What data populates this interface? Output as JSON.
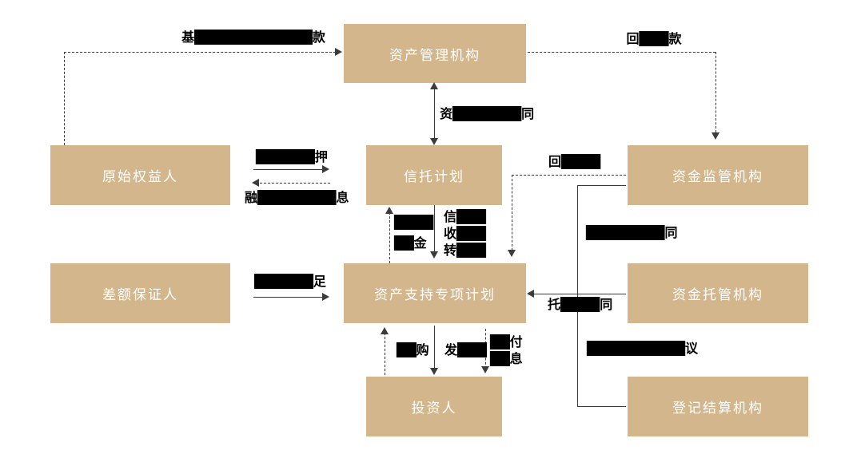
{
  "diagram": {
    "type": "flowchart",
    "colors": {
      "background": "#ffffff",
      "box_fill": "#d4b68c",
      "box_text": "#ffffff",
      "line": "#3b3b3b",
      "label_text": "#000000",
      "redaction": "#000000"
    },
    "nodes": {
      "asset_manager": {
        "label": "资产管理机构"
      },
      "originator": {
        "label": "原始权益人"
      },
      "trust_plan": {
        "label": "信托计划"
      },
      "fund_supervisor": {
        "label": "资金监管机构"
      },
      "guarantor": {
        "label": "差额保证人"
      },
      "special_plan": {
        "label": "资产支持专项计划"
      },
      "fund_custodian": {
        "label": "资金托管机构"
      },
      "investors": {
        "label": "投资人"
      },
      "registrar": {
        "label": "登记结算机构"
      }
    },
    "edge_labels": {
      "transfer_price": {
        "lines": [
          [
            {
              "t": "基",
              "r": false
            },
            {
              "t": "████████████",
              "r": true
            },
            {
              "t": "款",
              "r": false
            }
          ]
        ]
      },
      "recovery_top": {
        "lines": [
          [
            {
              "t": "回",
              "r": false
            },
            {
              "t": "███",
              "r": true
            },
            {
              "t": "款",
              "r": false
            }
          ]
        ]
      },
      "management_contract": {
        "lines": [
          [
            {
              "t": "资",
              "r": false
            },
            {
              "t": "███████",
              "r": true
            },
            {
              "t": "同",
              "r": false
            }
          ]
        ]
      },
      "pledge": {
        "lines": [
          [
            {
              "t": "██████",
              "r": true
            },
            {
              "t": "押",
              "r": false
            }
          ]
        ]
      },
      "financing_repayment": {
        "lines": [
          [
            {
              "t": "融",
              "r": false
            },
            {
              "t": "████████",
              "r": true
            },
            {
              "t": "息",
              "r": false
            }
          ]
        ]
      },
      "subscription_funds": {
        "lines": [
          [
            {
              "t": "████",
              "r": true
            }
          ],
          [
            {
              "t": "██",
              "r": true
            },
            {
              "t": "金",
              "r": false
            }
          ]
        ]
      },
      "trust_income_transfer": {
        "lines": [
          [
            {
              "t": "信",
              "r": false
            },
            {
              "t": "███",
              "r": true
            }
          ],
          [
            {
              "t": "收",
              "r": false
            },
            {
              "t": "███",
              "r": true
            }
          ],
          [
            {
              "t": "转",
              "r": false
            },
            {
              "t": "███",
              "r": true
            }
          ]
        ]
      },
      "recovery_right": {
        "lines": [
          [
            {
              "t": "回",
              "r": false
            },
            {
              "t": "████",
              "r": true
            }
          ]
        ]
      },
      "supervision_contract": {
        "lines": [
          [
            {
              "t": "████████",
              "r": true
            },
            {
              "t": "同",
              "r": false
            }
          ]
        ]
      },
      "custody_contract": {
        "lines": [
          [
            {
              "t": "托",
              "r": false
            },
            {
              "t": "████",
              "r": true
            },
            {
              "t": "同",
              "r": false
            }
          ]
        ]
      },
      "registration_agreement": {
        "lines": [
          [
            {
              "t": "██████████",
              "r": true
            },
            {
              "t": "议",
              "r": false
            }
          ]
        ]
      },
      "shortfall_makeup": {
        "lines": [
          [
            {
              "t": "██████",
              "r": true
            },
            {
              "t": "足",
              "r": false
            }
          ]
        ]
      },
      "subscribe": {
        "lines": [
          [
            {
              "t": "██",
              "r": true
            },
            {
              "t": "购",
              "r": false
            }
          ]
        ]
      },
      "issue": {
        "lines": [
          [
            {
              "t": "发",
              "r": false
            },
            {
              "t": "███",
              "r": true
            }
          ]
        ]
      },
      "redemption": {
        "lines": [
          [
            {
              "t": "██",
              "r": true
            },
            {
              "t": "付",
              "r": false
            }
          ],
          [
            {
              "t": "██",
              "r": true
            },
            {
              "t": "息",
              "r": false
            }
          ]
        ]
      }
    }
  }
}
